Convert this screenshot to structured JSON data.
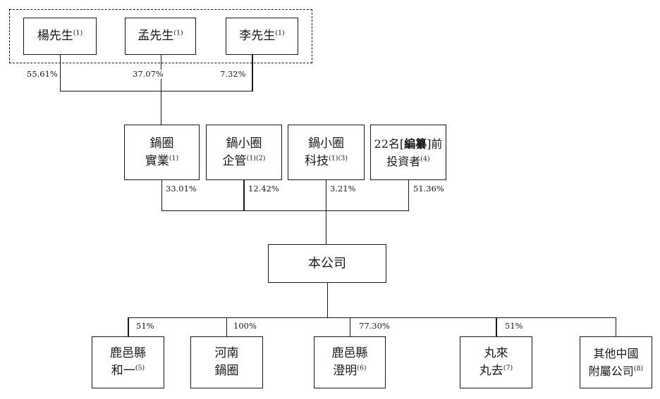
{
  "diagram": {
    "type": "shareholding-structure",
    "line_color": "#1a1a1a",
    "background_color": "#ffffff"
  },
  "founders_group": {
    "members": [
      {
        "name": "楊先生",
        "sup": "(1)",
        "ownership": "55.61%"
      },
      {
        "name": "孟先生",
        "sup": "(1)",
        "ownership": "37.07%"
      },
      {
        "name": "李先生",
        "sup": "(1)",
        "ownership": "7.32%"
      }
    ]
  },
  "shareholders": [
    {
      "line1": "鍋圈",
      "line2": "實業",
      "sup": "(1)",
      "ownership": "33.01%"
    },
    {
      "line1": "鍋小圈",
      "line2": "企管",
      "sup": "(1)(2)",
      "ownership": "12.42%"
    },
    {
      "line1": "鍋小圈",
      "line2": "科技",
      "sup": "(1)(3)",
      "ownership": "3.21%"
    },
    {
      "line1_prefix": "22名[",
      "line1_redacted": "編纂",
      "line1_suffix": "]前",
      "line2": "投資者",
      "sup": "(4)",
      "ownership": "51.36%"
    }
  ],
  "company": {
    "name": "本公司"
  },
  "subsidiaries": [
    {
      "line1": "鹿邑縣",
      "line2": "和一",
      "sup": "(5)",
      "ownership": "51%"
    },
    {
      "line1": "河南",
      "line2": "鍋圈",
      "sup": "",
      "ownership": "100%"
    },
    {
      "line1": "鹿邑縣",
      "line2": "澄明",
      "sup": "(6)",
      "ownership": "77.30%"
    },
    {
      "line1": "丸來",
      "line2": "丸去",
      "sup": "(7)",
      "ownership": "51%"
    },
    {
      "line1": "其他中國",
      "line2": "附屬公司",
      "sup": "(8)",
      "ownership": ""
    }
  ]
}
